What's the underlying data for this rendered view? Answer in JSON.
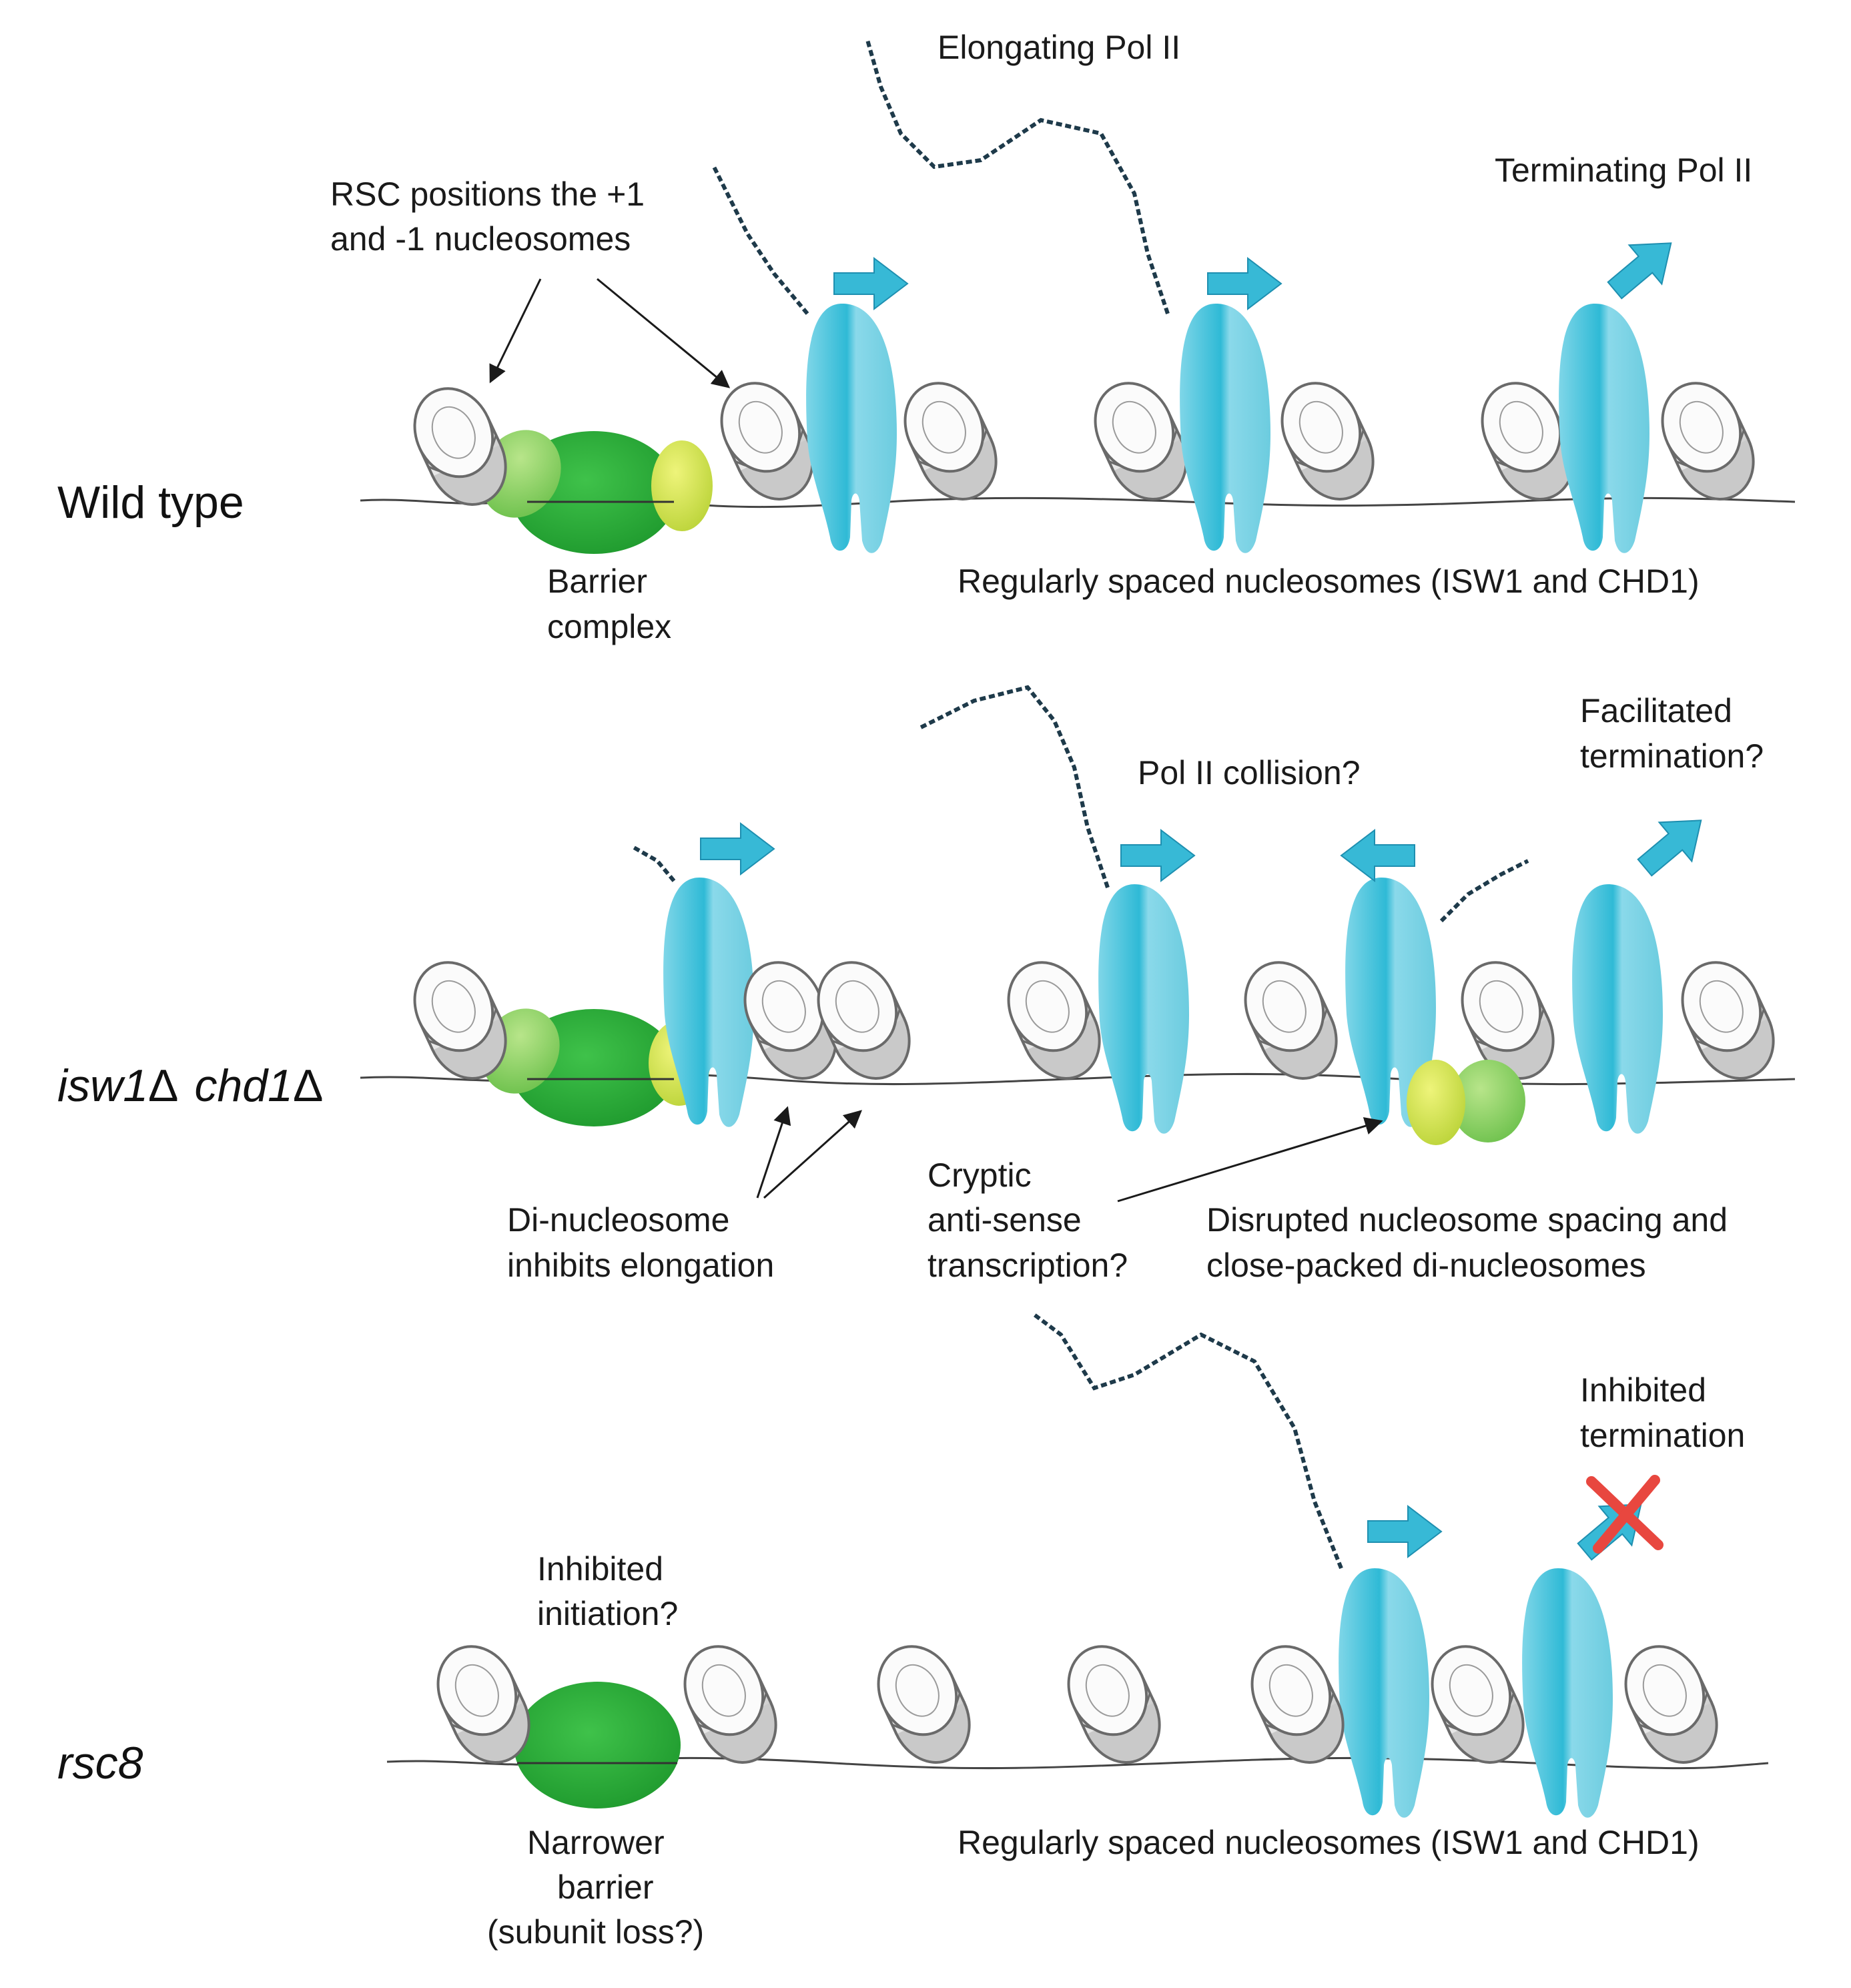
{
  "colors": {
    "polymerase": "#4ec6de",
    "polymerase_dark": "#22b3d3",
    "barrier": "#2bab3a",
    "barrier_light": "#9ed96a",
    "subunit_yellow": "#d6e84a",
    "arrow_blue": "#37b9d6",
    "nucleosome_fill": "#f2f2f2",
    "nucleosome_edge": "#6a6a6a",
    "rna": "#1e3a4a",
    "x_mark": "#e8473f",
    "dna": "#444444"
  },
  "panels": {
    "wild_type": {
      "row_label": "Wild type",
      "labels": {
        "elongating": "Elongating Pol II",
        "terminating": "Terminating Pol II",
        "rsc_line1": "RSC positions the +1",
        "rsc_line2": "and -1 nucleosomes",
        "barrier_line1": "Barrier",
        "barrier_line2": "complex",
        "spacing": "Regularly spaced nucleosomes (ISW1 and CHD1)"
      }
    },
    "isw1_chd1": {
      "row_label_part1": "isw1",
      "row_label_part2": "chd1",
      "delta": "Δ",
      "labels": {
        "facilitated_line1": "Facilitated",
        "facilitated_line2": "termination?",
        "collision": "Pol II collision?",
        "dinuc_line1": "Di-nucleosome",
        "dinuc_line2": "inhibits elongation",
        "cryptic_line1": "Cryptic",
        "cryptic_line2": "anti-sense",
        "cryptic_line3": "transcription?",
        "disrupted_line1": "Disrupted nucleosome spacing and",
        "disrupted_line2": "close-packed di-nucleosomes"
      }
    },
    "rsc8": {
      "row_label": "rsc8",
      "labels": {
        "inhib_term_line1": "Inhibited",
        "inhib_term_line2": "termination",
        "inhib_init_line1": "Inhibited",
        "inhib_init_line2": "initiation?",
        "narrower_line1": "Narrower",
        "narrower_line2": "barrier",
        "narrower_line3": "(subunit loss?)",
        "spacing": "Regularly spaced nucleosomes (ISW1 and CHD1)"
      }
    }
  }
}
